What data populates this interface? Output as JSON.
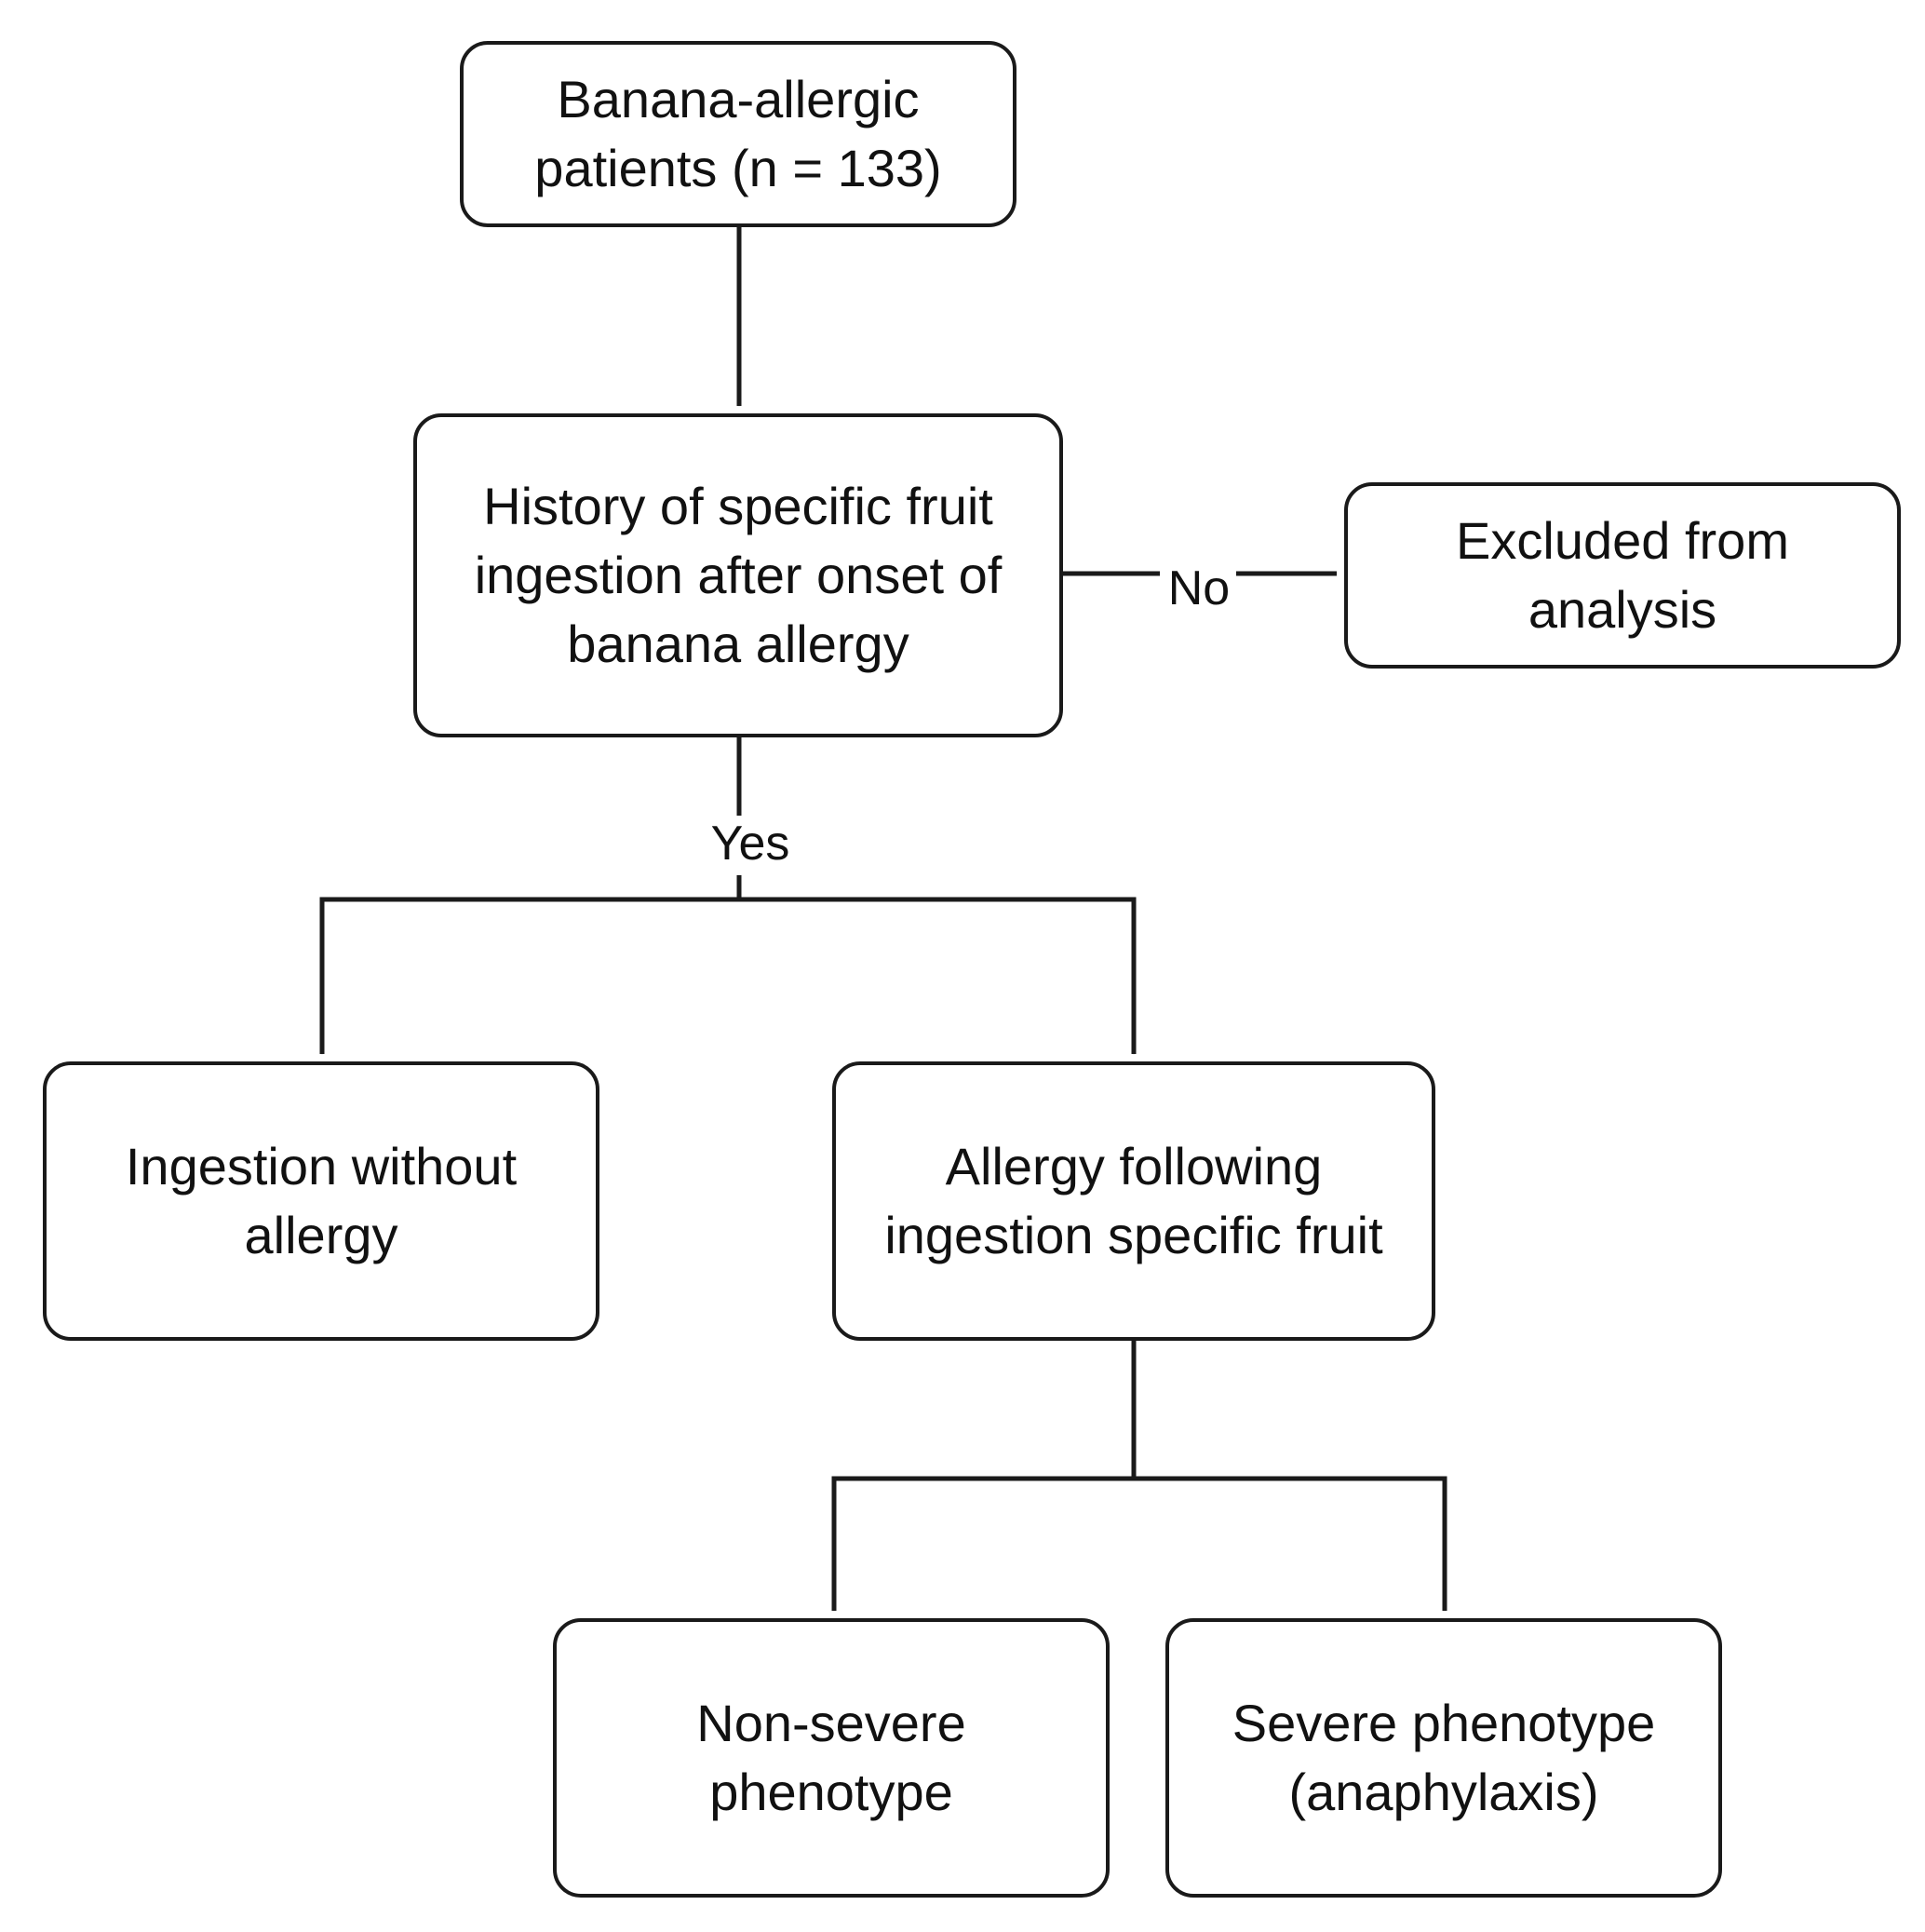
{
  "nodes": {
    "start": {
      "line1": "Banana-allergic",
      "line2": "patients (n = 133)"
    },
    "history": {
      "line1": "History of specific fruit",
      "line2": "ingestion after onset of",
      "line3": "banana allergy"
    },
    "excluded": {
      "line1": "Excluded from",
      "line2": "analysis"
    },
    "ingestion_without_allergy": {
      "line1": "Ingestion without",
      "line2": "allergy"
    },
    "allergy_following": {
      "line1": "Allergy following",
      "line2": "ingestion specific fruit"
    },
    "non_severe": {
      "line1": "Non-severe",
      "line2": "phenotype"
    },
    "severe": {
      "line1": "Severe phenotype",
      "line2": "(anaphylaxis)"
    }
  },
  "edge_labels": {
    "no": "No",
    "yes": "Yes"
  },
  "colors": {
    "stroke": "#1a1a1a",
    "text": "#111111",
    "background": "#ffffff"
  }
}
